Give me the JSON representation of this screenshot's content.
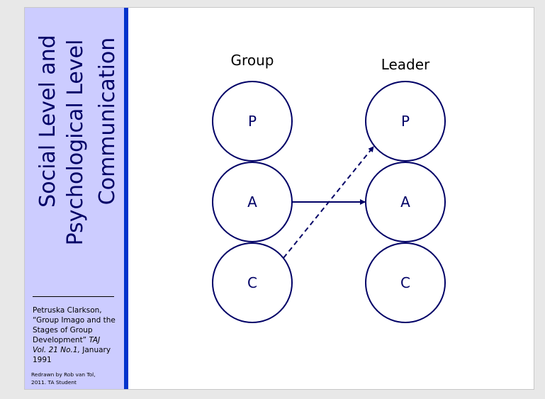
{
  "sidebar": {
    "title_lines": [
      "Social Level and",
      "Psychological Level",
      "Communication"
    ],
    "citation": {
      "line1": "Petruska Clarkson,",
      "line2": "“Group Imago and the",
      "line3": "Stages of Group",
      "line4": "Development”",
      "journal": "TAJ",
      "volume": "Vol. 21 No.1,",
      "date": "January",
      "year": "1991"
    },
    "credit_lines": [
      "Redrawn by Rob van Tol,",
      "2011. TA Student"
    ]
  },
  "diagram": {
    "groups": [
      {
        "label": "Group",
        "states": [
          "P",
          "A",
          "C"
        ]
      },
      {
        "label": "Leader",
        "states": [
          "P",
          "A",
          "C"
        ]
      }
    ],
    "transactions": [
      {
        "from": "Group.A",
        "to": "Leader.A",
        "style": "solid",
        "level": "social"
      },
      {
        "from": "Group.C",
        "to": "Leader.P",
        "style": "dashed",
        "level": "psychological"
      }
    ],
    "colors": {
      "stroke": "#000066",
      "sidebar_bg": "#ccccff",
      "sidebar_border": "#0033cc",
      "title_text": "#000066"
    }
  }
}
